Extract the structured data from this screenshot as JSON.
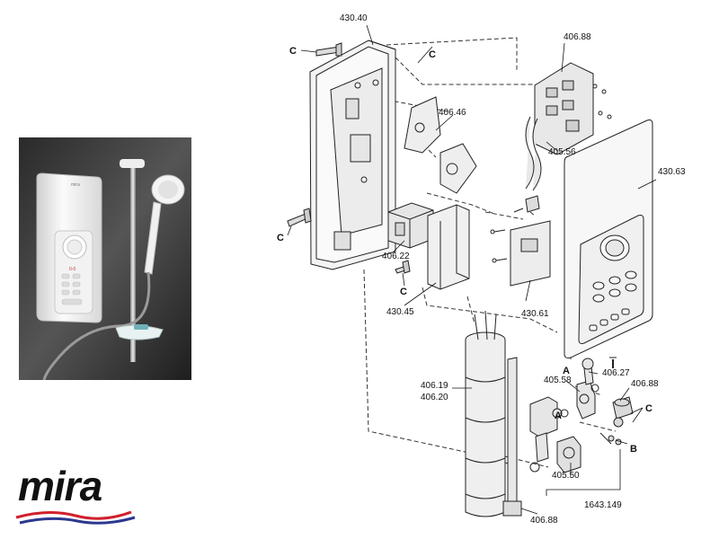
{
  "brand": {
    "name": "mira",
    "colors": {
      "red": "#d0202c",
      "blue": "#2b3990",
      "ink": "#111111"
    }
  },
  "photo": {
    "product_badge": "mira",
    "dial_text": "0-0"
  },
  "diagram": {
    "part_labels": {
      "p43040": "430.40",
      "p40688_top": "406.88",
      "p40646": "406.46",
      "p40556": "405.56",
      "p43063": "430.63",
      "p40622": "406.22",
      "p43045": "430.45",
      "p43061": "430.61",
      "p40619": "406.19",
      "p40620": "406.20",
      "p40558": "405.58",
      "p40627": "406.27",
      "p40688_mid": "406.88",
      "p40550": "405.50",
      "p1643149": "1643.149",
      "p40688_bot": "406.88"
    },
    "letter_labels": {
      "c1": "C",
      "c2": "C",
      "c3": "C",
      "c4": "C",
      "c5": "C",
      "a1": "A",
      "a2": "A",
      "b1": "B"
    }
  }
}
